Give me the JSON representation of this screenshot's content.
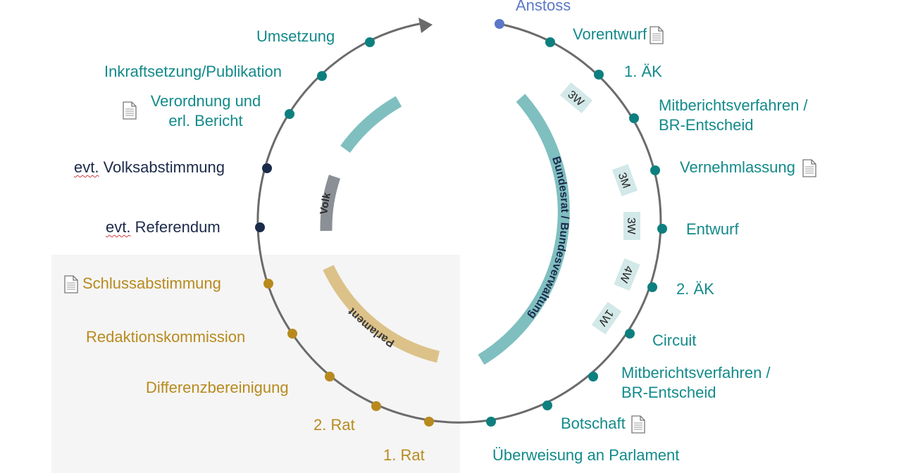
{
  "colors": {
    "circle": "#6b6b6b",
    "teal_dot": "#0e7f7f",
    "navy_dot": "#1c2a4a",
    "gold_dot": "#b88a1e",
    "start_dot": "#5b78c7",
    "band_teal": "#7fbfc0",
    "band_gold": "#dcc289",
    "band_gray": "#8a9096",
    "duration_box": "#d3e8e8"
  },
  "steps": {
    "anstoss": "Anstoss",
    "vorentwurf": "Vorentwurf",
    "aek1": "1. ÄK",
    "mitbericht1_l1": "Mitberichtsverfahren /",
    "mitbericht1_l2": "BR-Entscheid",
    "vernehmlassung": "Vernehmlassung",
    "entwurf": "Entwurf",
    "aek2": "2. ÄK",
    "circuit": "Circuit",
    "mitbericht2_l1": "Mitberichtsverfahren /",
    "mitbericht2_l2": "BR-Entscheid",
    "botschaft": "Botschaft",
    "ueberweisung": "Überweisung an Parlament",
    "rat1": "1. Rat",
    "rat2": "2. Rat",
    "differenz": "Differenzbereinigung",
    "redaktion": "Redaktionskommission",
    "schluss": "Schlussabstimmung",
    "evt1": "evt.",
    "referendum": "Referendum",
    "evt2": "evt.",
    "volksabstimmung": "Volksabstimmung",
    "verordnung_l1": "Verordnung und",
    "verordnung_l2": "erl. Bericht",
    "inkraft": "Inkraftsetzung/Publikation",
    "umsetzung": "Umsetzung"
  },
  "bands": {
    "bundesrat": "Bundesrat / Bundesverwaltung",
    "parlament": "Parlament",
    "volk": "Volk"
  },
  "durations": [
    "3W",
    "3M",
    "3W",
    "4W",
    "1W"
  ],
  "icons": {
    "document": "document-icon",
    "arrow": "arrow-head-icon"
  }
}
